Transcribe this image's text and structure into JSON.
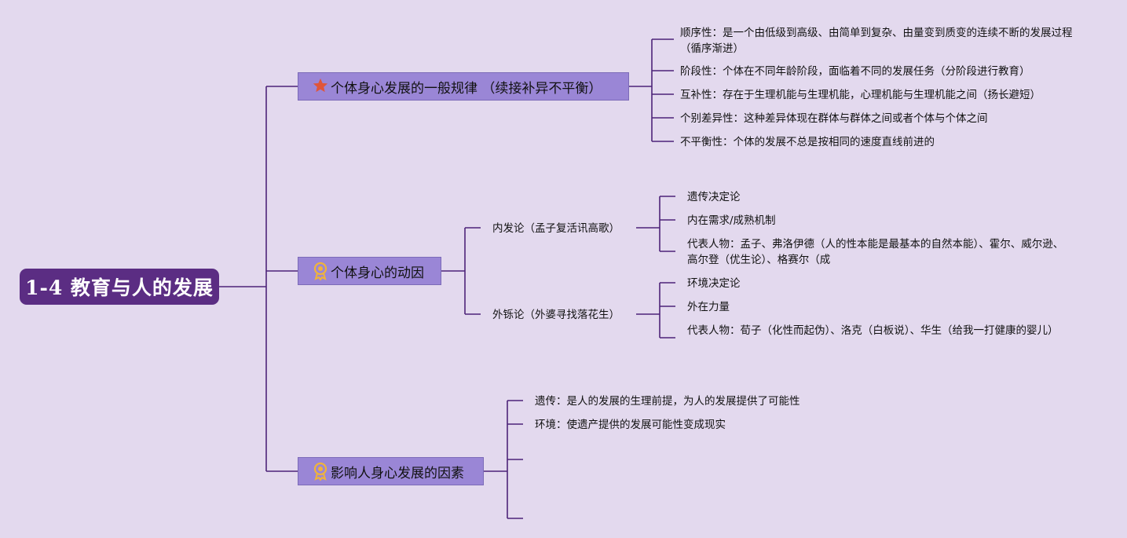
{
  "colors": {
    "background": "#e3d9ee",
    "root": "#5b2d83",
    "branch": "#9a86d6",
    "line": "#4d2378",
    "star": "#e0553a",
    "medal": "#f0b43a"
  },
  "root": {
    "title": "1-4 教育与人的发展"
  },
  "branches": [
    {
      "label": "个体身心发展的一般规律 （续接补异不平衡）",
      "icon": "star-icon",
      "items": [
        "顺序性：是一个由低级到高级、由简单到复杂、由量变到质变的连续不断的发展过程（循序渐进）",
        "阶段性：个体在不同年龄阶段，面临着不同的发展任务（分阶段进行教育）",
        "互补性：存在于生理机能与生理机能，心理机能与生理机能之间（扬长避短）",
        "个别差异性：这种差异体现在群体与群体之间或者个体与个体之间",
        "不平衡性：个体的发展不总是按相同的速度直线前进的"
      ]
    },
    {
      "label": "个体身心的动因",
      "icon": "medal-icon",
      "subtopics": [
        {
          "label": "内发论（孟子复活讯高歌）",
          "items": [
            "遗传决定论",
            "内在需求/成熟机制",
            "代表人物：孟子、弗洛伊德（人的性本能是最基本的自然本能）、霍尔、威尔逊、高尔登（优生论）、格赛尔（成"
          ]
        },
        {
          "label": "外铄论（外婆寻找落花生）",
          "items": [
            "环境决定论",
            "外在力量",
            "代表人物：荀子（化性而起伪）、洛克（白板说）、华生（给我一打健康的婴儿）"
          ]
        }
      ]
    },
    {
      "label": "影响人身心发展的因素",
      "icon": "medal-icon",
      "items": [
        "遗传：是人的发展的生理前提，为人的发展提供了可能性",
        "环境：使遗产提供的发展可能性变成现实",
        "",
        ""
      ]
    }
  ]
}
